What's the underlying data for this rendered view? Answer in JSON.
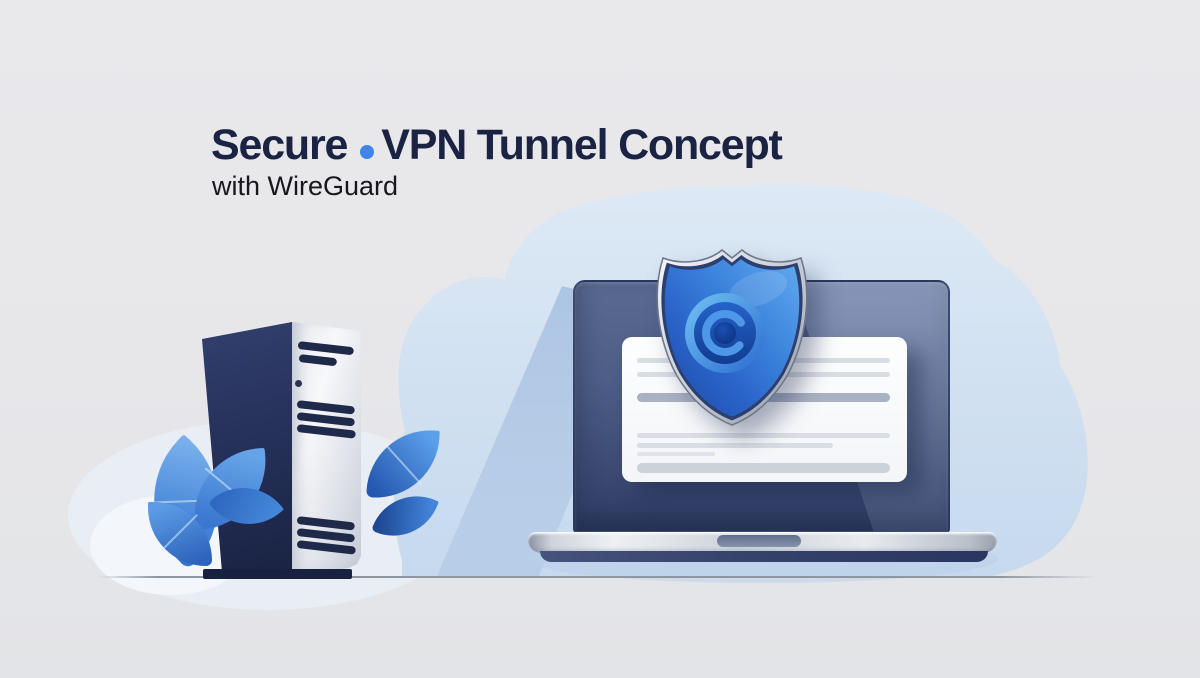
{
  "title": {
    "part1": "Secure",
    "part2": "VPN Tunnel Concept"
  },
  "subtitle": "with WireGuard",
  "theme": {
    "background": "#e7e7ea",
    "title_color": "#1b2342",
    "subtitle_color": "#17171d",
    "accent_blue": "#4285e8",
    "cloud_blue_top": "#dde9f5",
    "cloud_blue_bottom": "#c6d9ee",
    "swath_blue": "#a8c2e2",
    "navy": "#1f2949",
    "shield_blue_light": "#62aaf0",
    "shield_blue_dark": "#1c4aa6",
    "shield_rim_silver": "#c2c9d4",
    "leaf_blue_light": "#79b0ec",
    "leaf_blue_dark": "#2558b0",
    "laptop_slate": "#4d5d86",
    "document_white": "#fdfefe",
    "ground_gray": "#8e96a2"
  }
}
